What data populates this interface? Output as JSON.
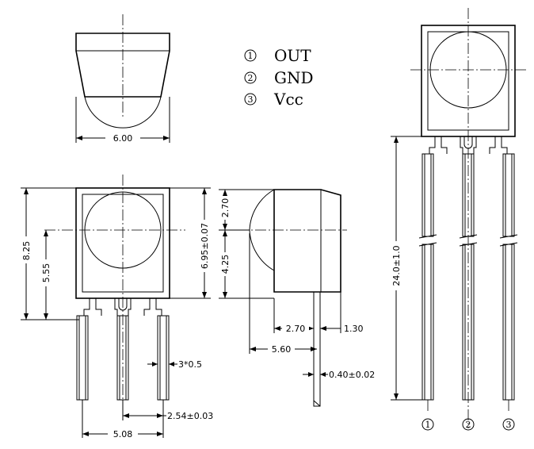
{
  "pins": [
    {
      "number": "1",
      "label": "OUT"
    },
    {
      "number": "2",
      "label": "GND"
    },
    {
      "number": "3",
      "label": "Vcc"
    }
  ],
  "pin_numbers_bottom": [
    "1",
    "2",
    "3"
  ],
  "dimensions": {
    "top_width": "6.00",
    "front_height_total": "8.25",
    "front_center_height": "5.55",
    "body_height": "6.95±0.07",
    "side_top": "2.70",
    "side_body": "4.25",
    "side_lens": "2.70",
    "side_lead_offset": "1.30",
    "side_depth": "5.60",
    "lead_thickness": "0.40±0.02",
    "lead_width": "3*0.5",
    "pin_pitch": "2.54±0.03",
    "pin_span": "5.08",
    "total_length": "24.0±1.0"
  }
}
